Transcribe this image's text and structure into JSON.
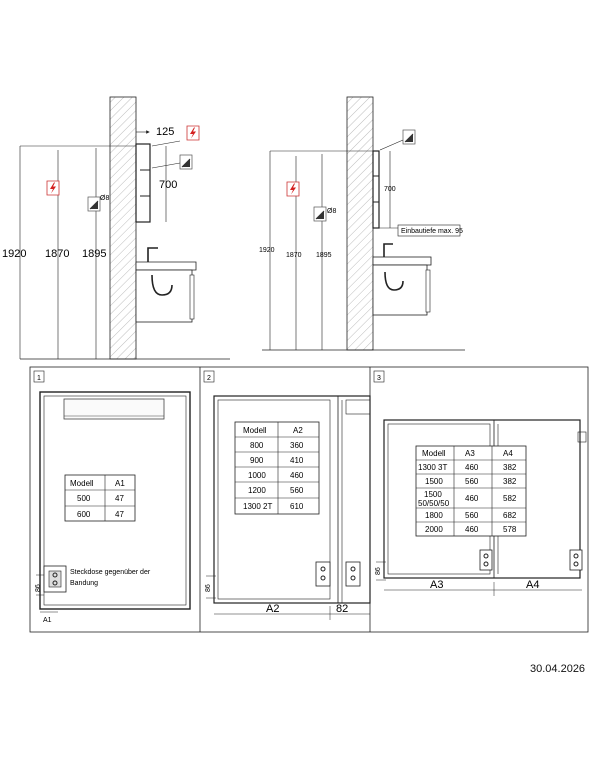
{
  "top_left": {
    "dims": {
      "d125": "125",
      "d700": "700",
      "d1920": "1920",
      "d1870": "1870",
      "d1895": "1895"
    },
    "outlet_label": "Ø8"
  },
  "top_right": {
    "dims": {
      "d700": "700",
      "d1920": "1920",
      "d1870": "1870",
      "d1895": "1895"
    },
    "outlet_label": "Ø8",
    "callout": "Einbautiefe max. 95"
  },
  "panels": [
    {
      "number": "1",
      "table": {
        "headers": [
          "Modell",
          "A1"
        ],
        "rows": [
          [
            "500",
            "47"
          ],
          [
            "600",
            "47"
          ]
        ]
      },
      "note_line1": "Steckdose gegenüber der",
      "note_line2": "Bandung",
      "dims": {
        "d86": "86",
        "a1": "A1"
      }
    },
    {
      "number": "2",
      "table": {
        "headers": [
          "Modell",
          "A2"
        ],
        "rows": [
          [
            "800",
            "360"
          ],
          [
            "900",
            "410"
          ],
          [
            "1000",
            "460"
          ],
          [
            "1200",
            "560"
          ],
          [
            "1300 2T",
            "610"
          ]
        ]
      },
      "dims": {
        "d86": "86",
        "a2": "A2",
        "d82": "82"
      }
    },
    {
      "number": "3",
      "table": {
        "headers": [
          "Modell",
          "A3",
          "A4"
        ],
        "rows": [
          [
            "1300 3T",
            "460",
            "382"
          ],
          [
            "1500",
            "560",
            "382"
          ],
          [
            "1500|50/50/50",
            "460",
            "582"
          ],
          [
            "1800",
            "560",
            "682"
          ],
          [
            "2000",
            "460",
            "578"
          ]
        ]
      },
      "dims": {
        "d86": "86",
        "a3": "A3",
        "a4": "A4"
      }
    }
  ],
  "date": "30.04.2026",
  "colors": {
    "line": "#222222",
    "hatch": "#b5b5b5",
    "warning": "#d42020"
  }
}
